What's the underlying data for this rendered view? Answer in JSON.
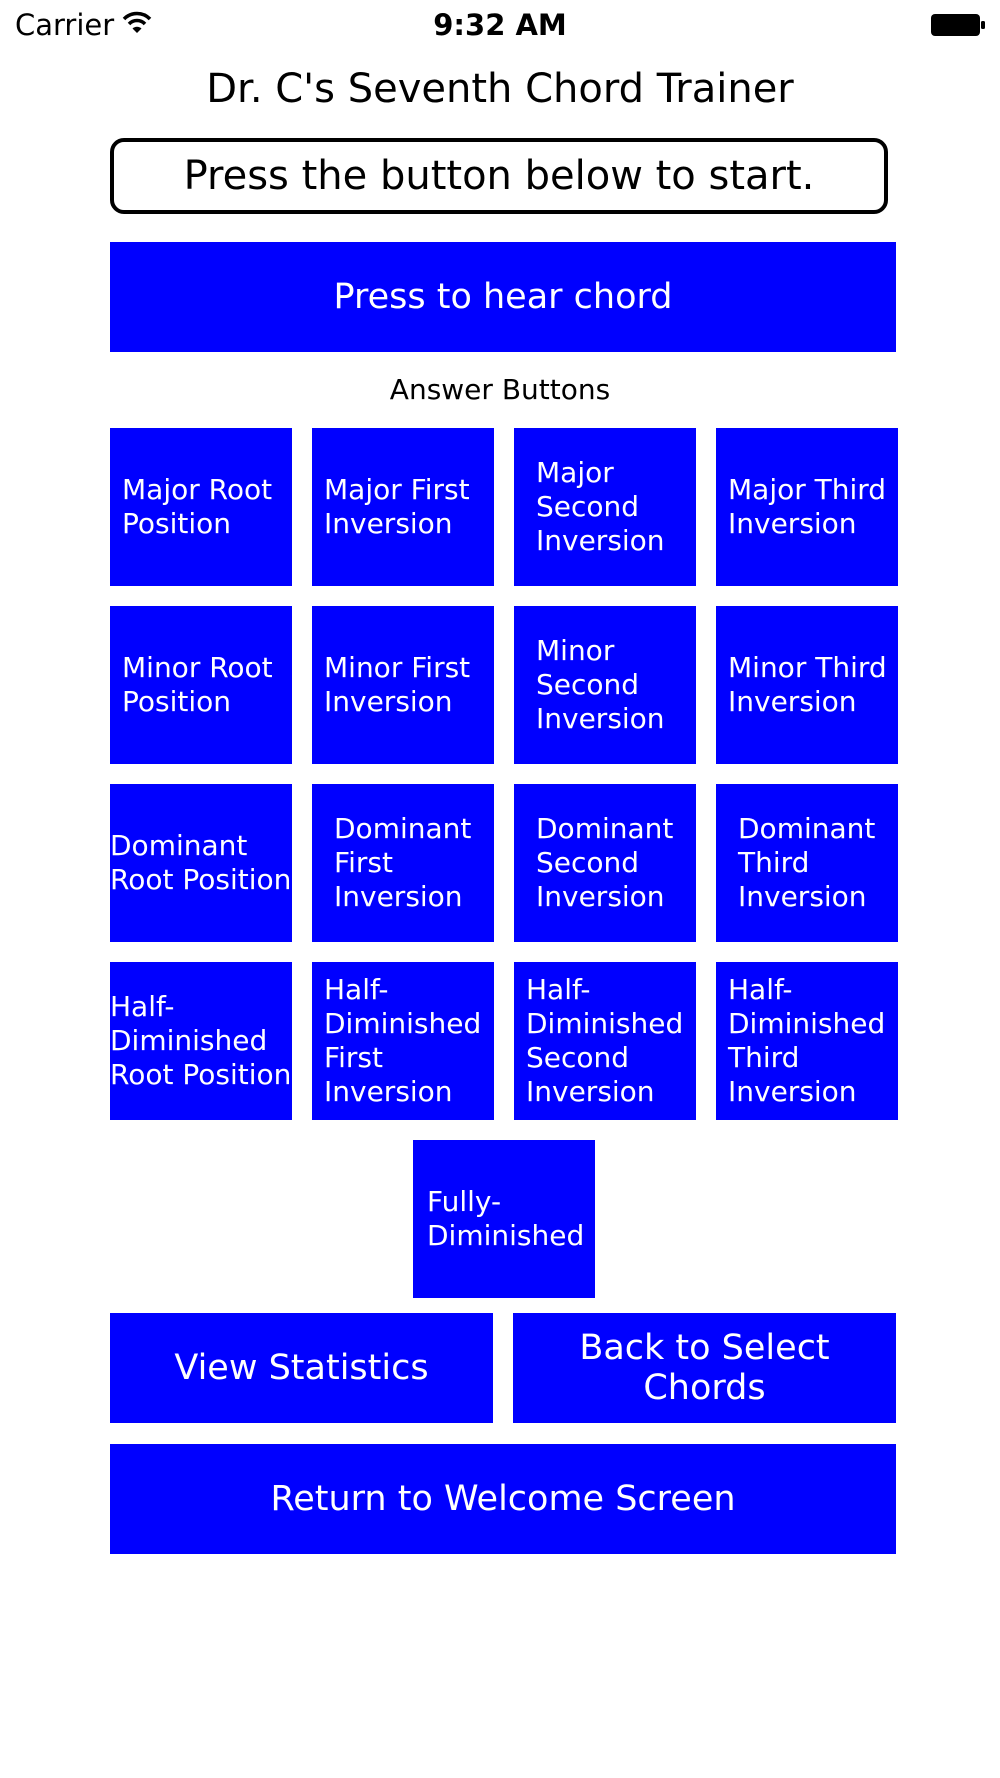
{
  "status_bar": {
    "carrier": "Carrier",
    "time": "9:32 AM",
    "wifi_icon": "wifi-icon",
    "battery_icon": "battery-icon"
  },
  "title": "Dr. C's Seventh Chord Trainer",
  "prompt": "Press the button below to start.",
  "hear_button": "Press to hear chord",
  "answers_label": "Answer Buttons",
  "answers": [
    [
      "Major Root Position",
      "Major First Inversion",
      "Major Second Inversion",
      "Major Third Inversion"
    ],
    [
      "Minor Root Position",
      "Minor First Inversion",
      "Minor Second Inversion",
      "Minor Third Inversion"
    ],
    [
      "Dominant Root Position",
      "Dominant First Inversion",
      "Dominant Second Inversion",
      "Dominant Third Inversion"
    ],
    [
      "Half-Diminished Root Position",
      "Half-Diminished First Inversion",
      "Half-Diminished Second Inversion",
      "Half-Diminished Third Inversion"
    ]
  ],
  "fully_diminished": "Fully-Diminished",
  "view_statistics": "View Statistics",
  "back_to_select": "Back to Select Chords",
  "return_welcome": "Return to Welcome Screen",
  "colors": {
    "button": "#0000ff",
    "button_text": "#ffffff",
    "background": "#ffffff"
  }
}
